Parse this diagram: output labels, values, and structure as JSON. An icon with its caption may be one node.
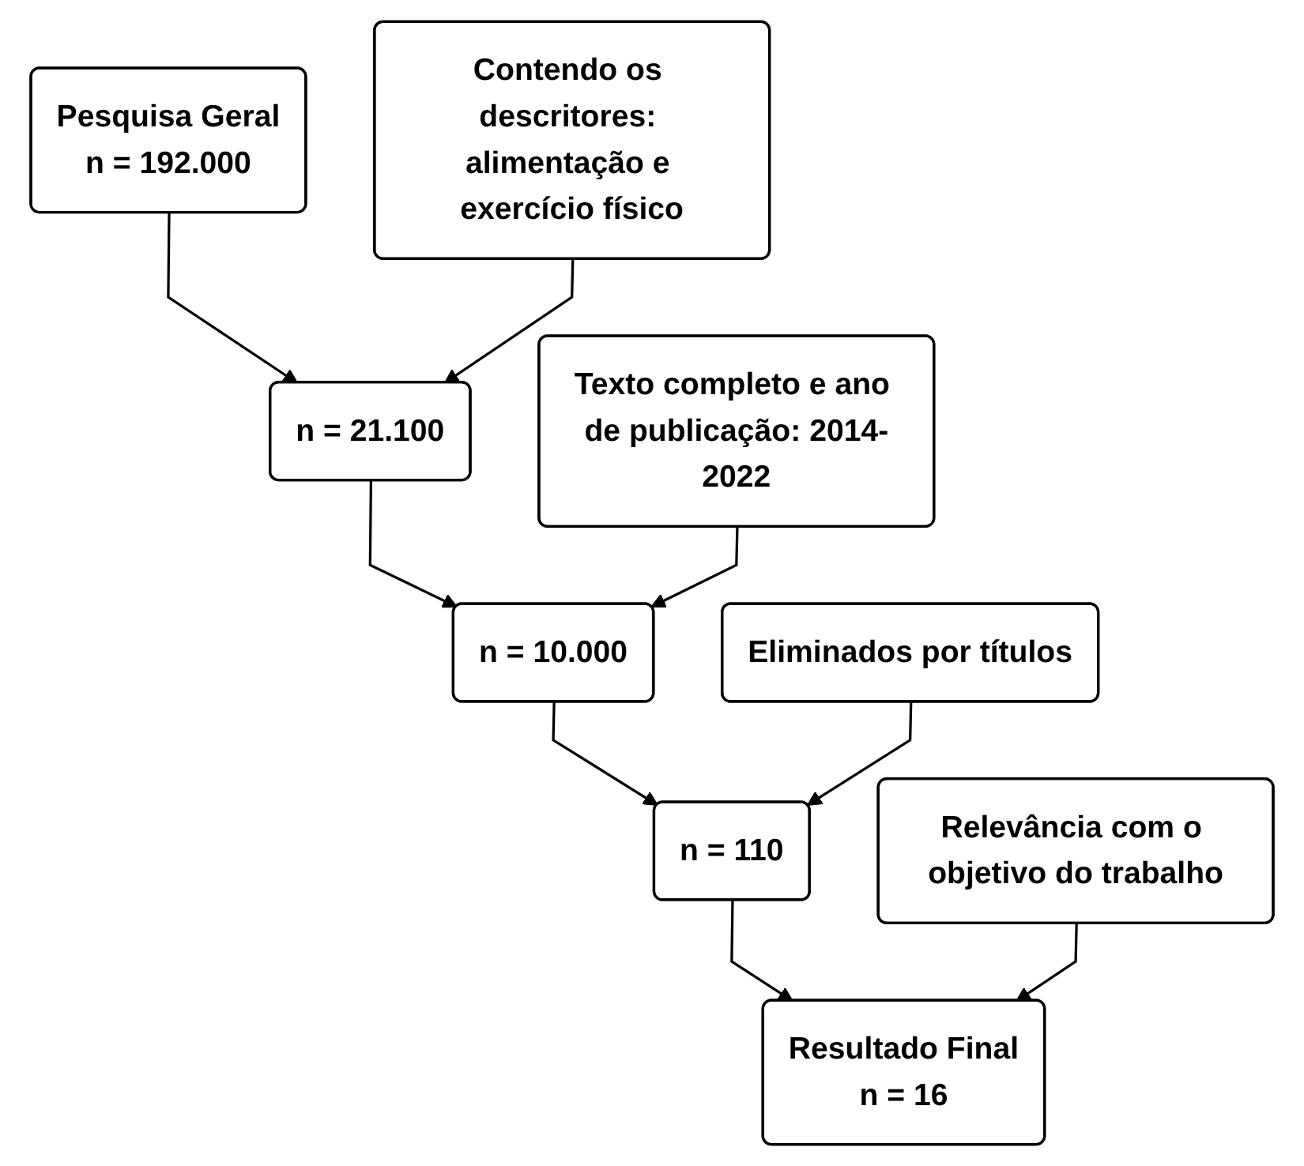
{
  "diagram": {
    "nodes": [
      {
        "text": [
          "Pesquisa Geral",
          "n = 192.000"
        ]
      },
      {
        "text": [
          "Contendo os descritores: alimentação e exercício físico"
        ]
      },
      {
        "text": [
          "n = 21.100"
        ]
      },
      {
        "text": [
          "Texto completo e ano de publicação: 2014-2022"
        ]
      },
      {
        "text": [
          "n = 10.000"
        ]
      },
      {
        "text": [
          "Eliminados por títulos"
        ]
      },
      {
        "text": [
          "n = 110"
        ]
      },
      {
        "text": [
          "Relevância com o objetivo do trabalho"
        ]
      },
      {
        "text": [
          "Resultado Final",
          "n = 16"
        ]
      }
    ],
    "edges": [
      {
        "from": 0,
        "to": 2,
        "arrow": "to"
      },
      {
        "from": 1,
        "to": 2,
        "arrow": "to"
      },
      {
        "from": 2,
        "to": 4,
        "arrow": "to"
      },
      {
        "from": 3,
        "to": 4,
        "arrow": "to"
      },
      {
        "from": 4,
        "to": 6,
        "arrow": "to"
      },
      {
        "from": 5,
        "to": 6,
        "arrow": "to"
      },
      {
        "from": 6,
        "to": 8,
        "arrow": "to"
      },
      {
        "from": 7,
        "to": 8,
        "arrow": "to"
      }
    ]
  }
}
